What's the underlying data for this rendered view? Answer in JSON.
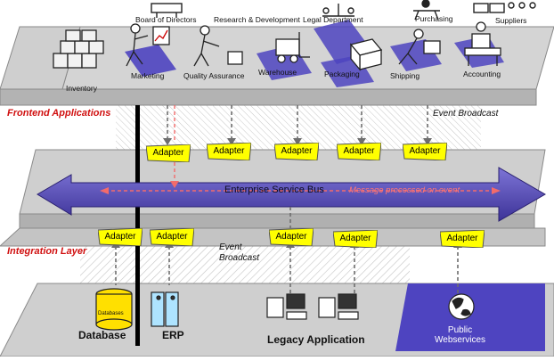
{
  "layers": {
    "frontend": "Frontend Applications",
    "integration": "Integration Layer"
  },
  "top_departments": [
    "Board of Directors",
    "Research & Development",
    "Legal Department",
    "Purchasing",
    "Suppliers"
  ],
  "front_departments": [
    "Inventory",
    "Marketing",
    "Quality Assurance",
    "Warehouse",
    "Packaging",
    "Shipping",
    "Accounting"
  ],
  "event_broadcast_top": "Event Broadcast",
  "event_broadcast_bottom": "Event\nBroadcast",
  "adapter_label": "Adapter",
  "bus": {
    "title": "Enterprise Service Bus",
    "note": "Message processed on event"
  },
  "backend": {
    "database_label": "Database",
    "database_cylinder": "Databases",
    "erp_label": "ERP",
    "legacy_label": "Legacy Application",
    "public_label": "Public\nWebservices"
  },
  "colors": {
    "adapter_fill": "#ffff00",
    "bus_fill": "#5b4fb5",
    "layer_label": "#d01010",
    "highlight": "#4e44c0"
  }
}
